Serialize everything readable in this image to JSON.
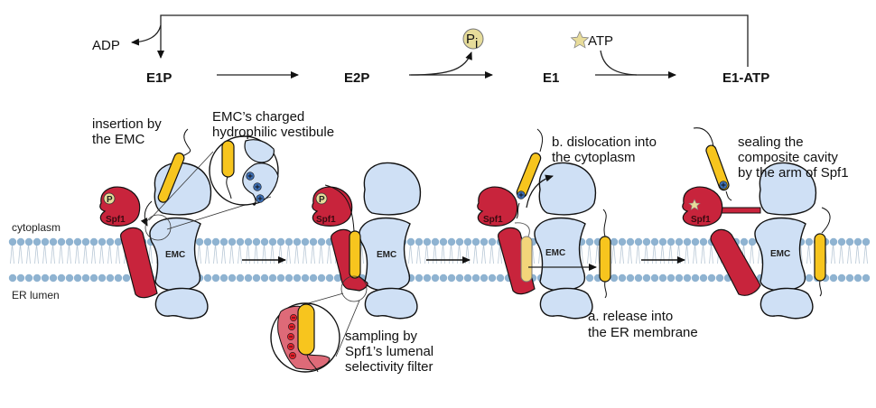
{
  "cycle": {
    "states": [
      "E1P",
      "E2P",
      "E1",
      "E1-ATP"
    ],
    "released_adp": "ADP",
    "released_pi": "P",
    "released_pi_subscript": "i",
    "bound_atp": "ATP"
  },
  "membrane": {
    "cytoplasm_label": "cytoplasm",
    "lumen_label": "ER lumen"
  },
  "proteins": {
    "spf1_label": "Spf1",
    "emc_label": "EMC",
    "phospho_label": "P"
  },
  "annotations": {
    "insertion": [
      "insertion by",
      "the EMC"
    ],
    "vestibule": [
      "EMC’s charged",
      "hydrophilic vestibule"
    ],
    "sampling": [
      "sampling by",
      "Spf1’s lumenal",
      "selectivity filter"
    ],
    "dislocation": [
      "b. dislocation into",
      "the cytoplasm"
    ],
    "release": [
      "a. release into",
      "the ER membrane"
    ],
    "sealing": [
      "sealing the",
      "composite cavity",
      "by the arm of Spf1"
    ]
  },
  "colors": {
    "spf1": "#c8243c",
    "spf1_light": "#de6a78",
    "emc": "#cfe0f5",
    "substrate": "#f7c51e",
    "lipid_head": "#8fb3d1",
    "pi_circle": "#e6dc9a",
    "star": "#e8dc9a",
    "plus": "#3d6fb6"
  }
}
